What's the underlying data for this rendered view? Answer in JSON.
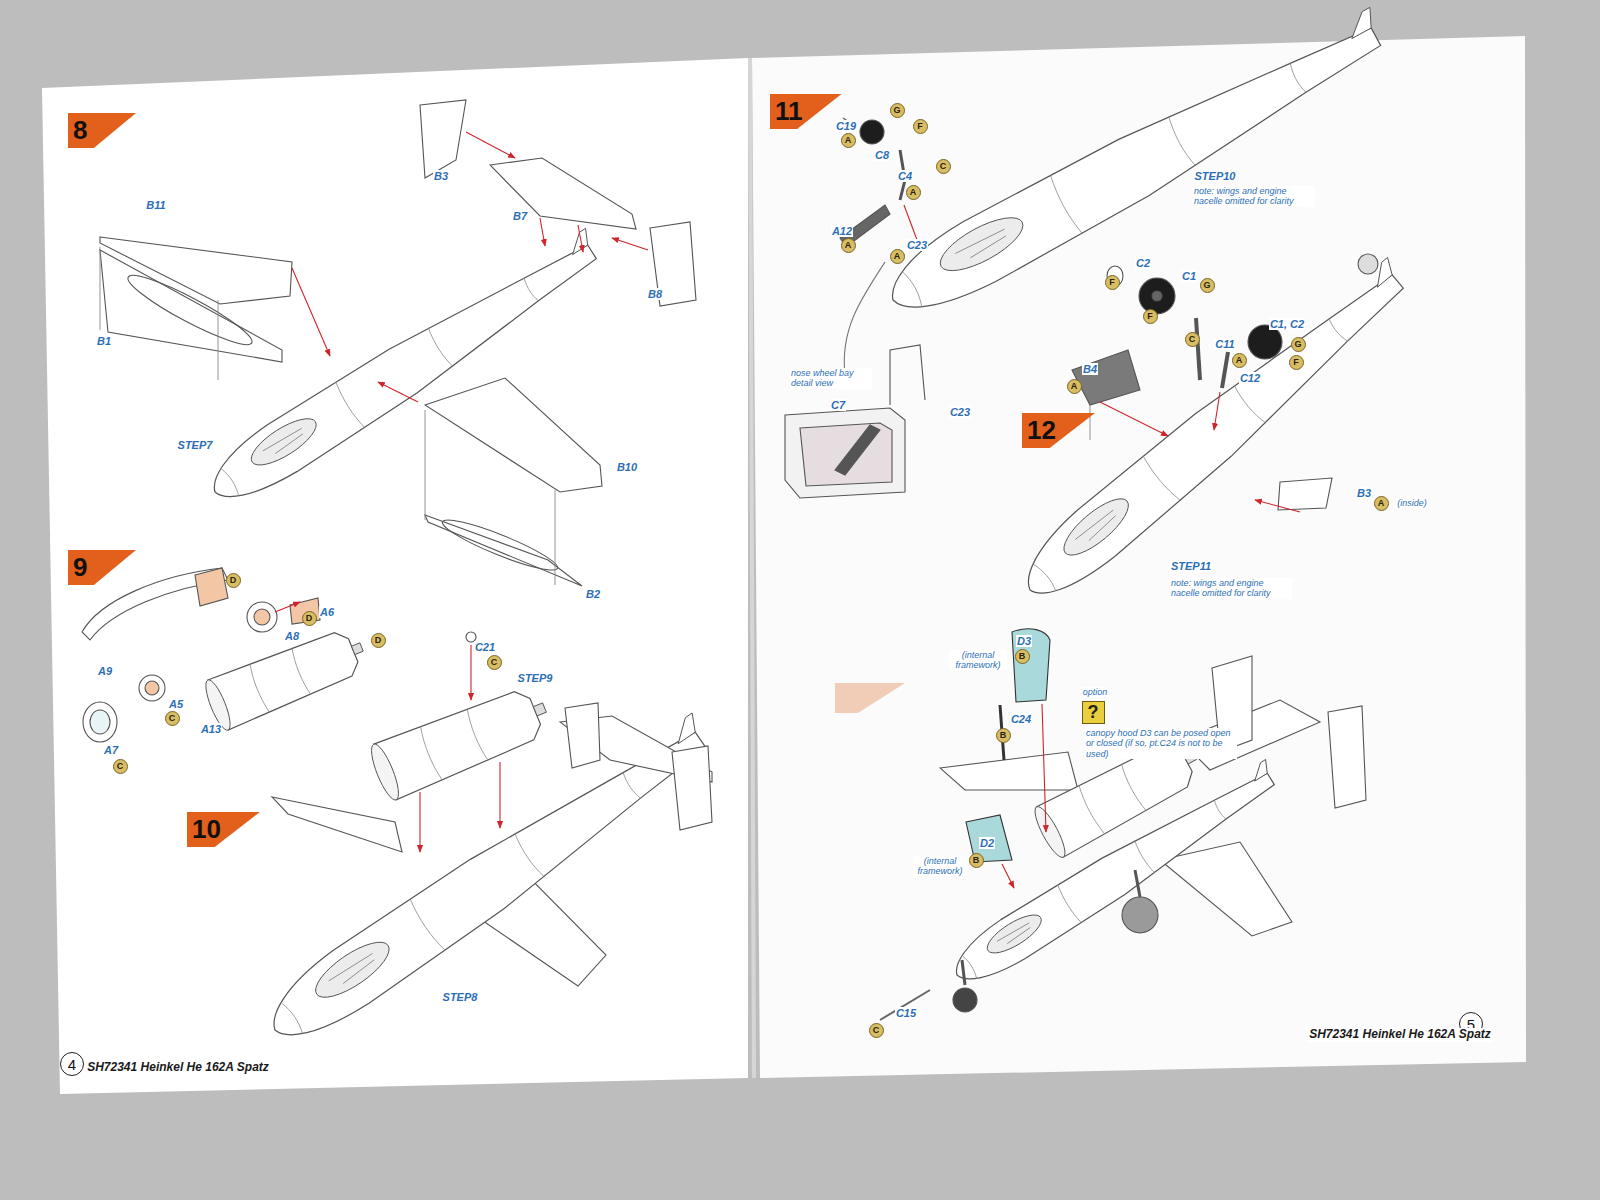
{
  "diagram": {
    "nodes": [
      {
        "text": [
          "8"
        ]
      },
      {
        "text": [
          "9"
        ]
      },
      {
        "text": [
          "D"
        ]
      },
      {
        "text": [
          "D"
        ]
      },
      {
        "text": [
          "D"
        ]
      },
      {
        "text": [
          "C"
        ]
      },
      {
        "text": [
          "C"
        ]
      },
      {
        "text": [
          "C"
        ]
      },
      {
        "text": [
          "10"
        ]
      },
      {
        "text": [
          "4"
        ]
      },
      {
        "text": [
          "11"
        ]
      },
      {
        "text": [
          "G"
        ]
      },
      {
        "text": [
          "F"
        ]
      },
      {
        "text": [
          "A"
        ]
      },
      {
        "text": [
          "C"
        ]
      },
      {
        "text": [
          "A"
        ]
      },
      {
        "text": [
          "A"
        ]
      },
      {
        "text": [
          "A"
        ]
      },
      {
        "text": [
          "F"
        ]
      },
      {
        "text": [
          "G"
        ]
      },
      {
        "text": [
          "F"
        ]
      },
      {
        "text": [
          "C"
        ]
      },
      {
        "text": [
          "A"
        ]
      },
      {
        "text": [
          "G"
        ]
      },
      {
        "text": [
          "F"
        ]
      },
      {
        "text": [
          "A"
        ]
      },
      {
        "text": [
          "12"
        ]
      },
      {
        "text": [
          "A"
        ]
      },
      {
        "text": [
          "B"
        ]
      },
      {
        "text": [
          "?"
        ]
      },
      {
        "text": [
          "B"
        ]
      },
      {
        "text": [
          "B"
        ]
      },
      {
        "text": [
          "C"
        ]
      },
      {
        "text": [
          "5"
        ]
      }
    ],
    "labels": [
      "B3",
      "B7",
      "B11",
      "B8",
      "B1",
      "STEP7",
      "B10",
      "B2",
      "A6",
      "A8",
      "A9",
      "A5",
      "A13",
      "A7",
      "C21",
      "STEP9",
      "STEP8",
      "SH72341 Heinkel He 162A Spatz",
      "C19",
      "C8",
      "C4",
      "A12",
      "C23",
      "STEP10",
      "note: wings and engine nacelle omitted for clarity",
      "nose wheel bay detail view",
      "C7",
      "C23",
      "C2",
      "C1",
      "C11",
      "C1, C2",
      "C12",
      "B4",
      "B3",
      "(inside)",
      "STEP11",
      "note: wings and engine nacelle omitted for clarity",
      "D3",
      "(internal framework)",
      "option",
      "canopy hood D3 can be posed open or closed (if so, pt.C24 is not to be used)",
      "C24",
      "D2",
      "(internal framework)",
      "C15",
      "SH72341 Heinkel He 162A Spatz"
    ]
  }
}
